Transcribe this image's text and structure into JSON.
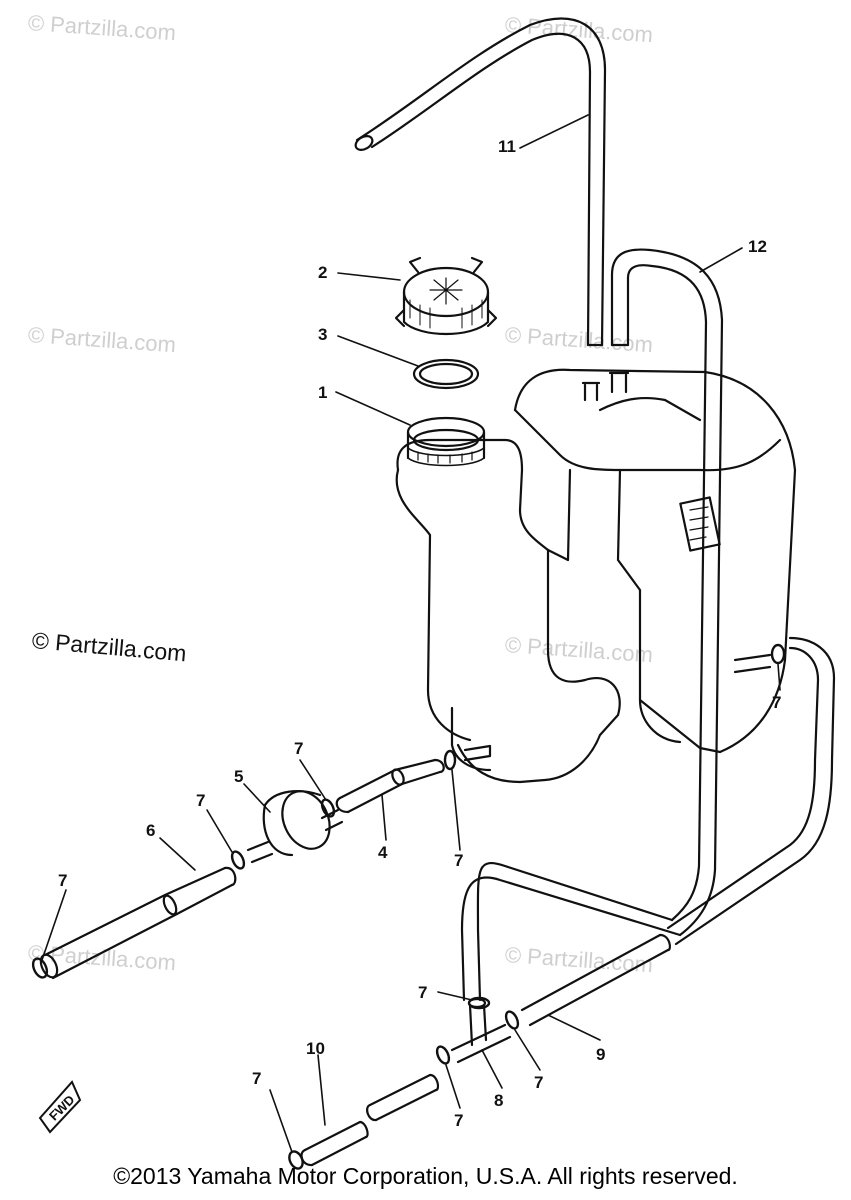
{
  "watermark": "© Partzilla.com",
  "copyright": "©2013  Yamaha Motor Corporation, U.S.A. All rights reserved.",
  "fwd_label": "FWD",
  "callouts": {
    "c1": "1",
    "c2": "2",
    "c3": "3",
    "c4": "4",
    "c5": "5",
    "c6": "6",
    "c8": "8",
    "c9": "9",
    "c10": "10",
    "c11": "11",
    "c12": "12",
    "c7a": "7",
    "c7b": "7",
    "c7c": "7",
    "c7d": "7",
    "c7e": "7",
    "c7f": "7",
    "c7g": "7",
    "c7h": "7",
    "c7i": "7"
  }
}
